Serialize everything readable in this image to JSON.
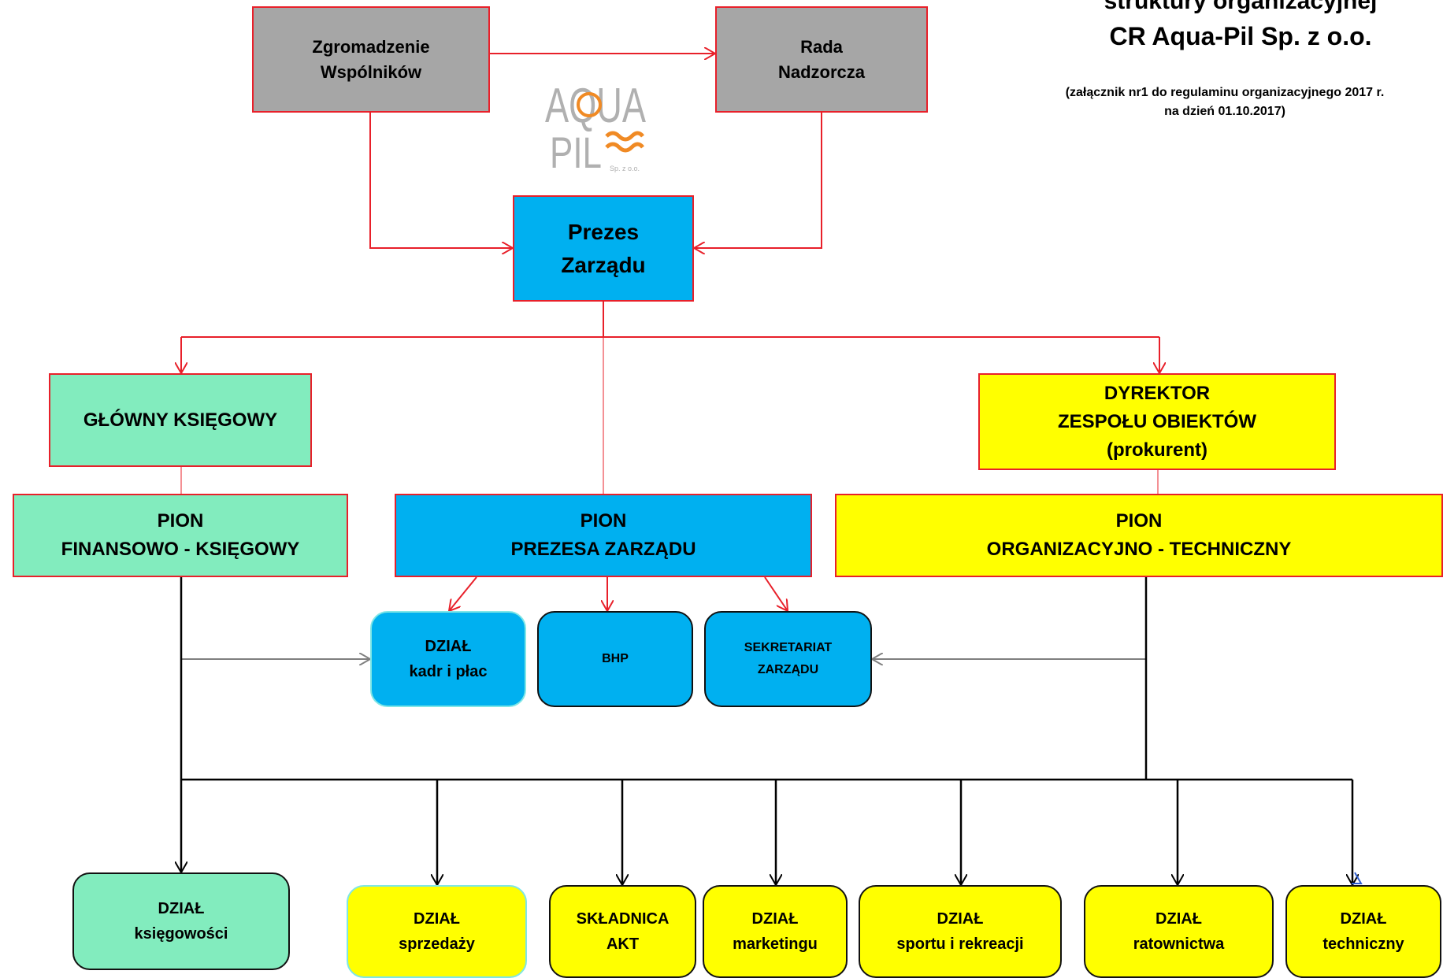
{
  "header": {
    "title_line1": "struktury organizacyjnej",
    "title_line2": "CR Aqua-Pil Sp. z o.o.",
    "note_line1": "(załącznik nr1 do regulaminu organizacyjnego 2017 r.",
    "note_line2": "na dzień 01.10.2017)"
  },
  "logo": {
    "top": "AQUA",
    "bottom": "PIL",
    "small": "Sp. z o.o.",
    "colors": {
      "gray": "#b0b0b0",
      "orange": "#f08a24"
    }
  },
  "top_boxes": {
    "zgromadzenie": [
      "Zgromadzenie",
      "Wspólników"
    ],
    "rada": [
      "Rada",
      "Nadzorcza"
    ],
    "prezes": [
      "Prezes",
      "Zarządu"
    ]
  },
  "second_level": {
    "glowny_ksiegowy": [
      "GŁÓWNY  KSIĘGOWY"
    ],
    "dyrektor": [
      "DYREKTOR",
      "ZESPOŁU  OBIEKTÓW",
      "(prokurent)"
    ]
  },
  "piony": {
    "finansowy": [
      "PION",
      "FINANSOWO - KSIĘGOWY"
    ],
    "prezesa": [
      "PION",
      "PREZESA  ZARZĄDU"
    ],
    "techniczny": [
      "PION",
      "ORGANIZACYJNO - TECHNICZNY"
    ]
  },
  "middle_units": {
    "kadry": [
      "DZIAŁ",
      "kadr i płac"
    ],
    "bhp": [
      "BHP"
    ],
    "sekretariat": [
      "SEKRETARIAT",
      "ZARZĄDU"
    ]
  },
  "bottom_units": {
    "ksiegowosc": [
      "DZIAŁ",
      "księgowości"
    ],
    "sprzedaz": [
      "DZIAŁ",
      "sprzedaży"
    ],
    "skladnica": [
      "SKŁADNICA",
      "AKT"
    ],
    "marketing": [
      "DZIAŁ",
      "marketingu"
    ],
    "sport": [
      "DZIAŁ",
      "sportu  i  rekreacji"
    ],
    "ratownictwo": [
      "DZIAŁ",
      "ratownictwa"
    ],
    "techniczny": [
      "DZIAŁ",
      "techniczny"
    ]
  },
  "colors": {
    "red_line": "#e8202a",
    "gray_box": "#a6a6a6",
    "blue_box": "#00b0f0",
    "green_box": "#82ecbe",
    "yellow_box": "#ffff00",
    "black_line": "#000000",
    "gray_arrow": "#7f7f7f"
  }
}
